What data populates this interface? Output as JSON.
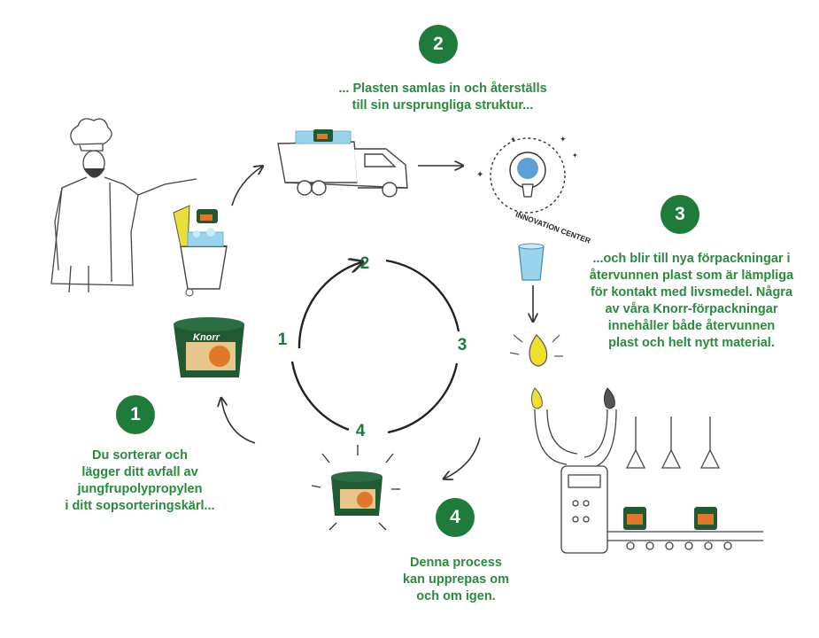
{
  "colors": {
    "brand_green": "#1e7b3a",
    "text_green": "#2a8a3e",
    "ink": "#333333",
    "bucket_green": "#1f5a33",
    "bucket_orange": "#e0782a",
    "bulb_yellow": "#f1df2d",
    "plastic_blue": "#9ad4ec"
  },
  "steps": [
    {
      "number": "1",
      "lines": [
        "Du sorterar och",
        "lägger ditt avfall av",
        "jungfrupolypropylen",
        "i ditt sopsorteringskärl..."
      ]
    },
    {
      "number": "2",
      "lines": [
        "... Plasten samlas in och återställs",
        "till sin ursprungliga struktur..."
      ]
    },
    {
      "number": "3",
      "lines": [
        "...och blir till nya förpackningar i",
        "återvunnen plast som är lämpliga",
        "för kontakt med livsmedel. Några",
        "av våra Knorr-förpackningar",
        "innehåller både återvunnen",
        "plast och helt nytt material."
      ]
    },
    {
      "number": "4",
      "lines": [
        "Denna process",
        "kan upprepas om",
        "och om igen."
      ]
    }
  ],
  "cycle_labels": [
    "1",
    "2",
    "3",
    "4"
  ],
  "logos": {
    "innovation_center": "INNOVATION CENTER",
    "knorr": "Knorr"
  },
  "icons": {
    "chef": "chef-icon",
    "bin": "recycling-bin-icon",
    "truck": "garbage-truck-icon",
    "bulb": "lightbulb-icon",
    "cup": "plastic-cup-icon",
    "machine": "factory-machine-icon"
  }
}
